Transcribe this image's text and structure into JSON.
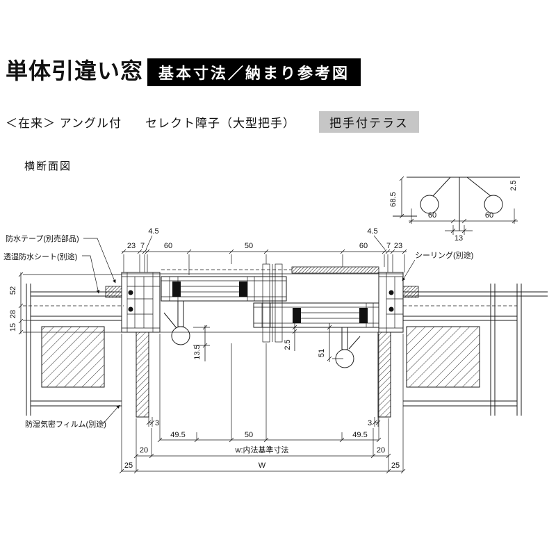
{
  "header": {
    "product_title": "単体引違い窓",
    "banner": "基本寸法／納まり参考図"
  },
  "subheader": {
    "construction": "＜在来＞ アングル付",
    "shoji": "セレクト障子（大型把手）",
    "variant": "把手付テラス"
  },
  "view_label": "横断面図",
  "callouts": {
    "waterproof_tape": "防水テープ(別売部品)",
    "breathable_waterproof_sheet": "透湿防水シート(別途)",
    "sealing": "シーリング(別途)",
    "moisture_barrier_film": "防湿気密フィルム(別途)"
  },
  "detail_dims": {
    "d685": "68.5",
    "d60a": "60",
    "d60b": "60",
    "d13": "13",
    "d25": "2.5"
  },
  "top_dims": {
    "left_23": "23",
    "left_7": "7",
    "left_45": "4.5",
    "left_60": "60",
    "center_50": "50",
    "right_60": "60",
    "right_45": "4.5",
    "right_7": "7",
    "right_23": "23"
  },
  "left_dims": {
    "d52": "52",
    "d28": "28",
    "d15": "15"
  },
  "inner_dims": {
    "d135": "13.5",
    "d25": "2.5",
    "d51": "51"
  },
  "bottom_dims": {
    "left_3": "3",
    "right_3": "3",
    "left_495": "49.5",
    "center_50": "50",
    "right_495": "49.5",
    "left_20": "20",
    "w_label": "w:内法基準寸法",
    "right_20": "20",
    "left_25": "25",
    "W_label": "W",
    "right_25": "25"
  },
  "colors": {
    "banner_bg": "#000000",
    "banner_fg": "#ffffff",
    "variant_bg": "#c6c6c6",
    "line": "#1a1a1a"
  }
}
